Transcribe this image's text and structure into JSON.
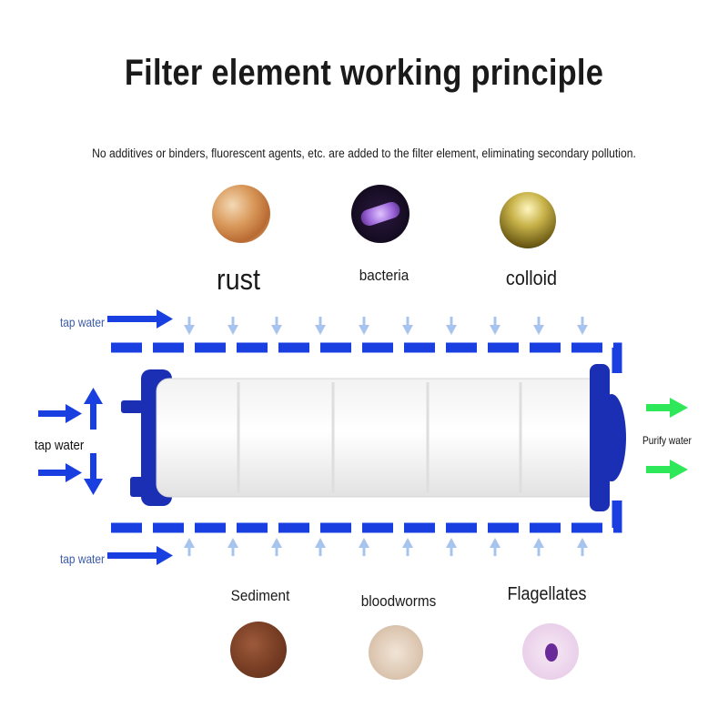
{
  "title": "Filter element working principle",
  "subtitle": "No additives or binders, fluorescent agents, etc. are added to the filter element, eliminating secondary pollution.",
  "contaminants_top": [
    {
      "label": "rust",
      "icon": "rust-texture-icon"
    },
    {
      "label": "bacteria",
      "icon": "bacteria-microscope-icon"
    },
    {
      "label": "colloid",
      "icon": "colloid-liquid-icon"
    }
  ],
  "contaminants_bottom": [
    {
      "label": "Sediment",
      "icon": "sediment-texture-icon"
    },
    {
      "label": "bloodworms",
      "icon": "bloodworm-icon"
    },
    {
      "label": "Flagellates",
      "icon": "flagellate-microscope-icon"
    }
  ],
  "flow_labels": {
    "top_inlet": "tap water",
    "side_inlet": "tap water",
    "bottom_inlet": "tap water",
    "outlet": "Purify water"
  },
  "colors": {
    "flow_blue": "#1a3fe0",
    "arrow_light_blue": "#a7c4ee",
    "outlet_green": "#2ee85a",
    "cap_blue": "#1b2fb5"
  }
}
